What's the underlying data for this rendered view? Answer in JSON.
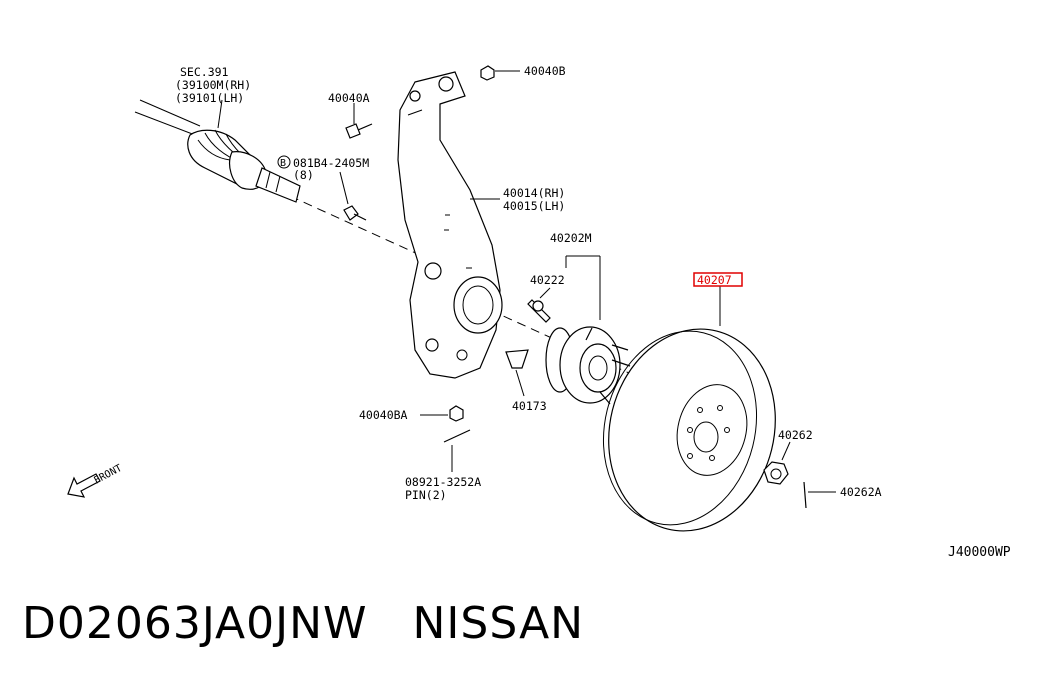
{
  "diagram": {
    "labels": {
      "sec_line1": "SEC.391",
      "sec_line2": "(39100M(RH)",
      "sec_line3": "(39101(LH)",
      "bolt_b_code": "081B4-2405M",
      "bolt_b_qty": "(8)",
      "bolt_b_mark": "B",
      "p40040A": "40040A",
      "p40040B": "40040B",
      "knuckle_rh": "40014(RH)",
      "knuckle_lh": "40015(LH)",
      "p40202M": "40202M",
      "p40222": "40222",
      "p40207": "40207",
      "p40173": "40173",
      "p40040BA": "40040BA",
      "pin_code": "08921-3252A",
      "pin_qty": "PIN(2)",
      "p40262": "40262",
      "p40262A": "40262A",
      "front": "FRONT"
    },
    "highlight_color": "#e00000",
    "drawing_id": "J40000WP"
  },
  "footer": {
    "text": "D02063JA0JNW   NISSAN"
  }
}
